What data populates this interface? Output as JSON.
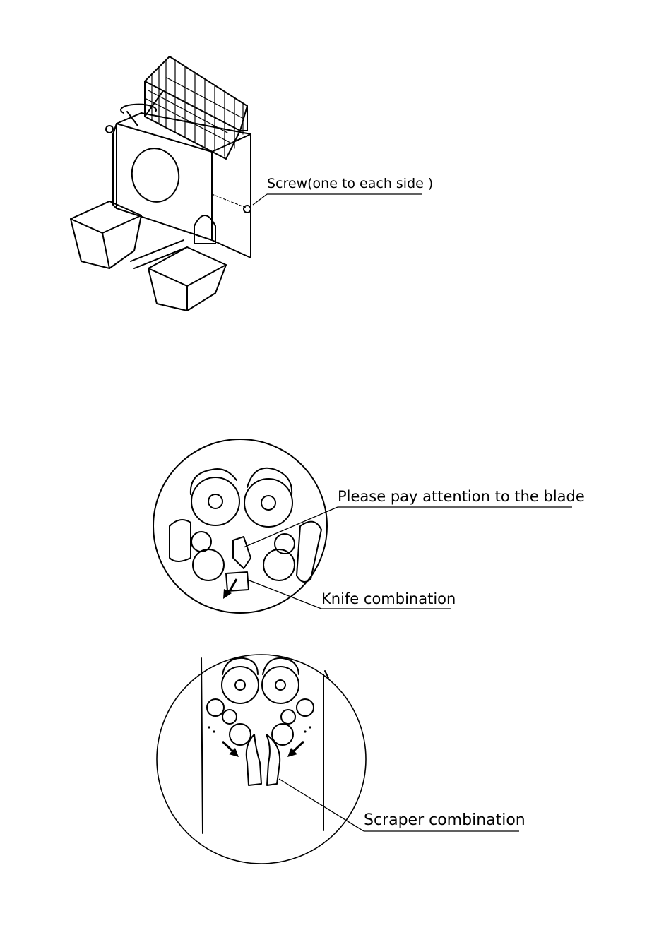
{
  "figures": [
    {
      "id": "juicer-overview",
      "callouts": [
        {
          "text": "Screw(one to each side )"
        }
      ]
    },
    {
      "id": "knife-detail",
      "callouts": [
        {
          "text": "Please pay attention to the blade"
        },
        {
          "text": "Knife combination"
        }
      ]
    },
    {
      "id": "scraper-detail",
      "callouts": [
        {
          "text": "Scraper combination"
        }
      ]
    }
  ]
}
